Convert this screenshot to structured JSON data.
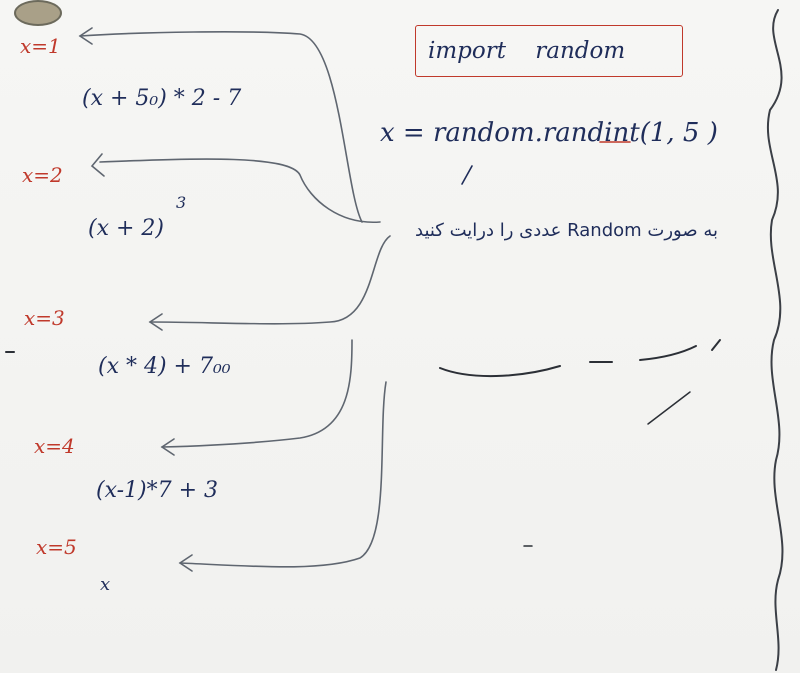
{
  "labels": {
    "x1": "x=1",
    "x2": "x=2",
    "x3": "x=3",
    "x4": "x=4",
    "x5": "x=5"
  },
  "expressions": {
    "e1": "(x + 5₀) * 2 - 7",
    "e2": "(x + 2)",
    "e2_exp": "3",
    "e3": "(x * 4) + 7₀₀",
    "e4": "(x-1)*7 + 3",
    "e5": "x"
  },
  "code": {
    "import": "import random",
    "assign": "x = random.randint(1, 5 )"
  },
  "note": "به صورت Random عددی را درایت کنید"
}
